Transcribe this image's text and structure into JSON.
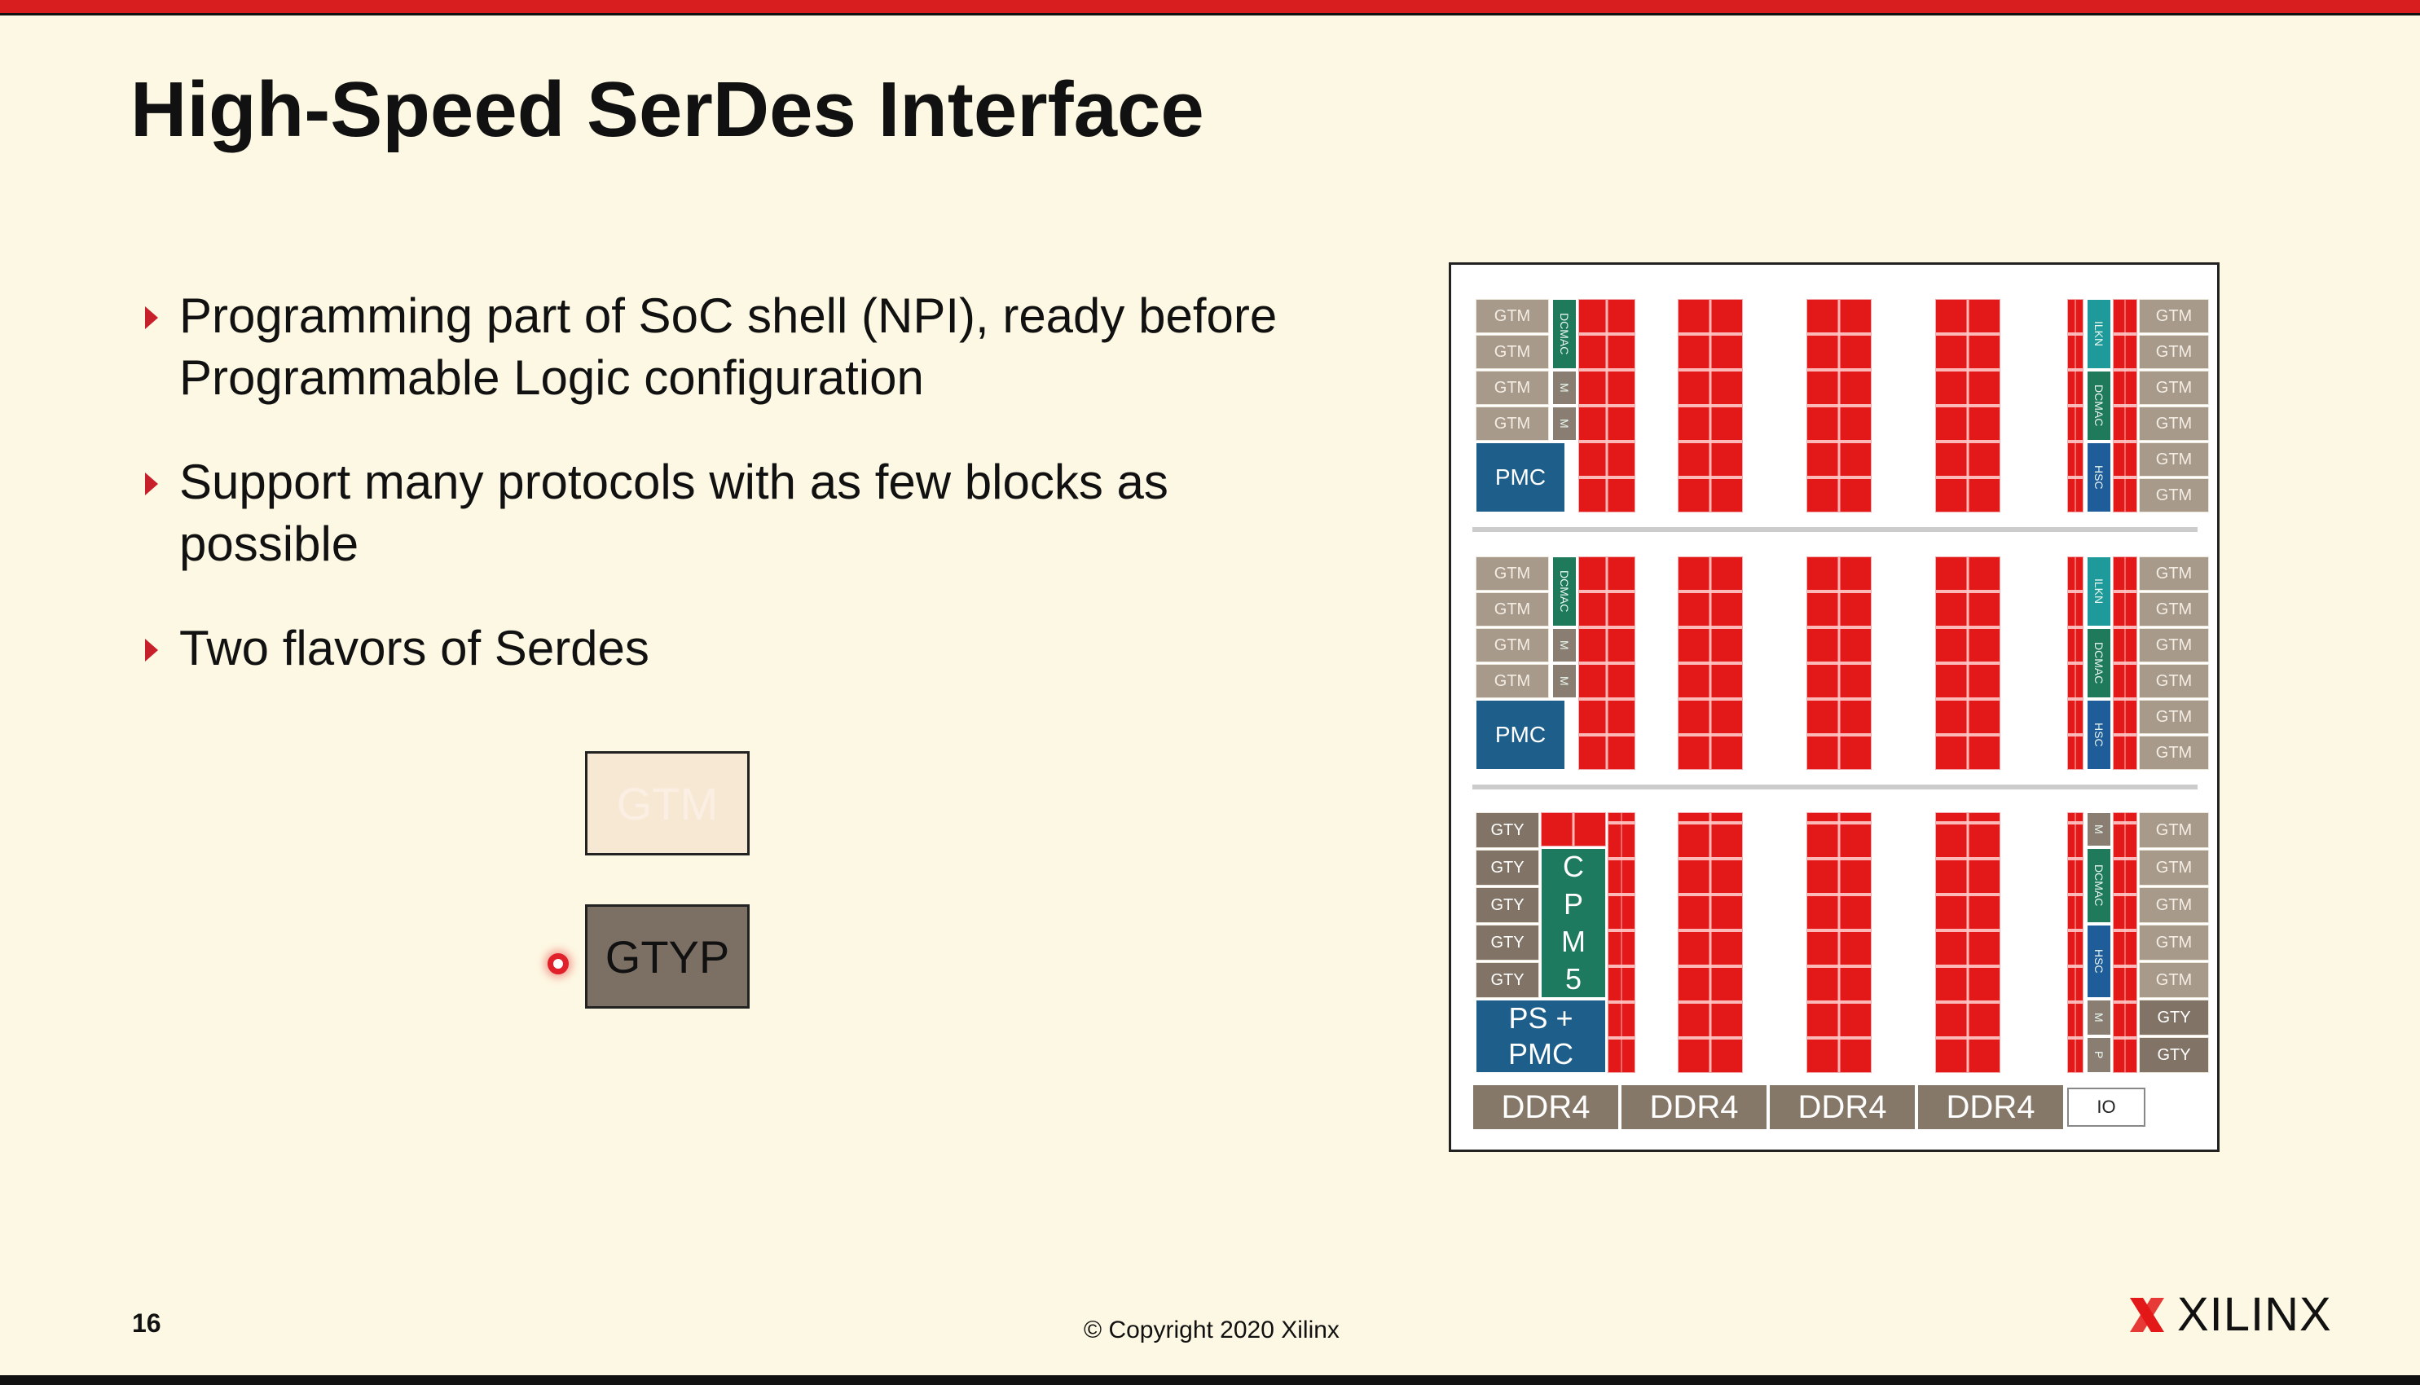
{
  "slide": {
    "title": "High-Speed SerDes Interface",
    "bullets": [
      "Programming part of SoC shell (NPI), ready before Programmable Logic configuration",
      "Support many protocols with as few blocks as possible",
      "Two flavors of Serdes"
    ],
    "flavors": [
      "GTM",
      "GTYP"
    ],
    "page_number": "16",
    "copyright": "© Copyright 2020 Xilinx",
    "brand": "XILINX",
    "colors": {
      "accent_red": "#d81e1e",
      "background": "#fdf8e3",
      "fabric_red": "#e31818"
    }
  },
  "diagram": {
    "row1": {
      "left": [
        "GTM",
        "GTM",
        "GTM",
        "GTM"
      ],
      "left_labels": [
        "DCMAC",
        "M",
        "M"
      ],
      "pmc": "PMC",
      "right_labels": [
        "ILKN",
        "DCMAC",
        "HSC"
      ],
      "right": [
        "GTM",
        "GTM",
        "GTM",
        "GTM",
        "GTM",
        "GTM"
      ]
    },
    "row2": {
      "left": [
        "GTM",
        "GTM",
        "GTM",
        "GTM"
      ],
      "left_labels": [
        "DCMAC",
        "M",
        "M"
      ],
      "pmc": "PMC",
      "right_labels": [
        "ILKN",
        "DCMAC",
        "HSC"
      ],
      "right": [
        "GTM",
        "GTM",
        "GTM",
        "GTM",
        "GTM",
        "GTM"
      ]
    },
    "row3": {
      "left": [
        "GTY",
        "GTY",
        "GTY",
        "GTY",
        "GTY"
      ],
      "cpm": [
        "C",
        "P",
        "M",
        "5"
      ],
      "ps_pmc": [
        "PS +",
        "PMC"
      ],
      "right_labels": [
        "M",
        "DCMAC",
        "HSC",
        "M",
        "P"
      ],
      "right": [
        "GTM",
        "GTM",
        "GTM",
        "GTM",
        "GTM",
        "GTY",
        "GTY"
      ]
    },
    "ddr": [
      "DDR4",
      "DDR4",
      "DDR4",
      "DDR4"
    ],
    "io": "IO"
  }
}
